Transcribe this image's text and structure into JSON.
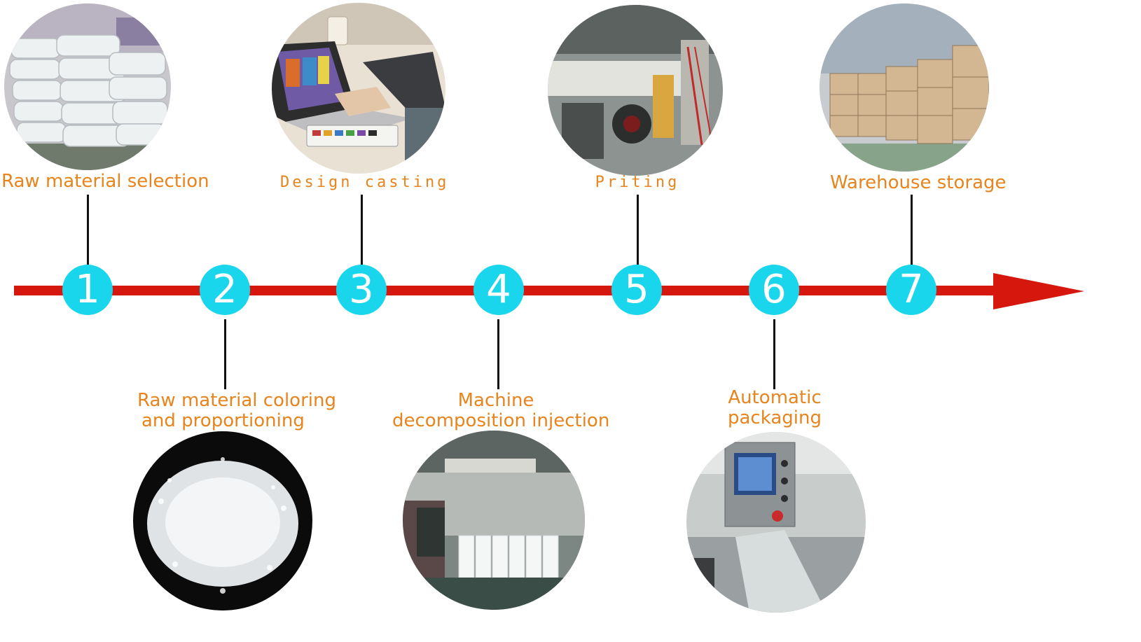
{
  "colors": {
    "timeline": "#d5170d",
    "step_circle": "#19d6ec",
    "step_number": "#ffffff",
    "label_text": "#e8841d",
    "connector": "#111111"
  },
  "steps": [
    {
      "number": "1",
      "label": "Raw material selection",
      "photo": "stacked-raw-material-bags"
    },
    {
      "number": "2",
      "label_line1": "Raw material coloring",
      "label_line2": "and proportioning",
      "photo": "white-plastic-pellets"
    },
    {
      "number": "3",
      "label": "Design casting",
      "photo": "laptop-and-paint-palette"
    },
    {
      "number": "4",
      "label_line1": "Machine",
      "label_line2": "decomposition injection",
      "photo": "injection-molding-line-with-cups"
    },
    {
      "number": "5",
      "label": "Priting",
      "photo": "printing-machine"
    },
    {
      "number": "6",
      "label_line1": "Automatic",
      "label_line2": "packaging",
      "photo": "automatic-packaging-machine"
    },
    {
      "number": "7",
      "label": "Warehouse storage",
      "photo": "warehouse-cardboard-boxes"
    }
  ]
}
